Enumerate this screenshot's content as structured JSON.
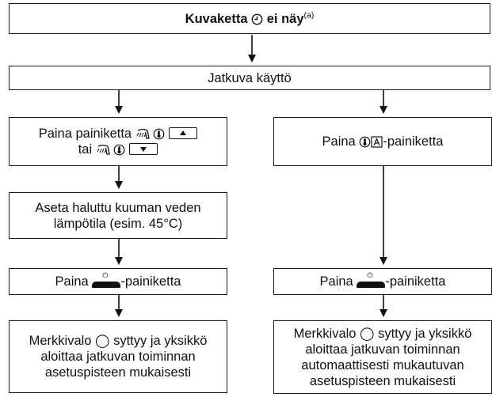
{
  "boxes": {
    "top": {
      "title": "Kuvaketta",
      "title_after": "ei näy",
      "footnote": "(a)"
    },
    "continuous": {
      "label": "Jatkuva käyttö"
    },
    "left_press": {
      "line1_prefix": "Paina painiketta",
      "line2_prefix": "tai"
    },
    "right_press": {
      "suffix": "-painiketta",
      "prefix": "Paina"
    },
    "set_temp": {
      "line1": "Aseta haluttu kuuman veden",
      "line2": "lämpötila (esim. 45°C)"
    },
    "left_power": {
      "prefix": "Paina",
      "suffix": "-painiketta"
    },
    "right_power": {
      "prefix": "Paina",
      "suffix": "-painiketta"
    },
    "left_result": {
      "line1": "Merkkivalo ◯ syttyy ja yksikkö",
      "line2": "aloittaa jatkuvan toiminnan",
      "line3": "asetuspisteen mukaisesti"
    },
    "right_result": {
      "line1": "Merkkivalo ◯ syttyy ja yksikkö",
      "line2": "aloittaa jatkuvan toiminnan",
      "line3": "automaattisesti mukautuvan",
      "line4": "asetuspisteen mukaisesti"
    }
  },
  "icons": [
    "clock-icon",
    "shower-icon",
    "thermometer-icon",
    "up-button-icon",
    "down-button-icon",
    "auto-a-icon",
    "power-button-icon"
  ]
}
